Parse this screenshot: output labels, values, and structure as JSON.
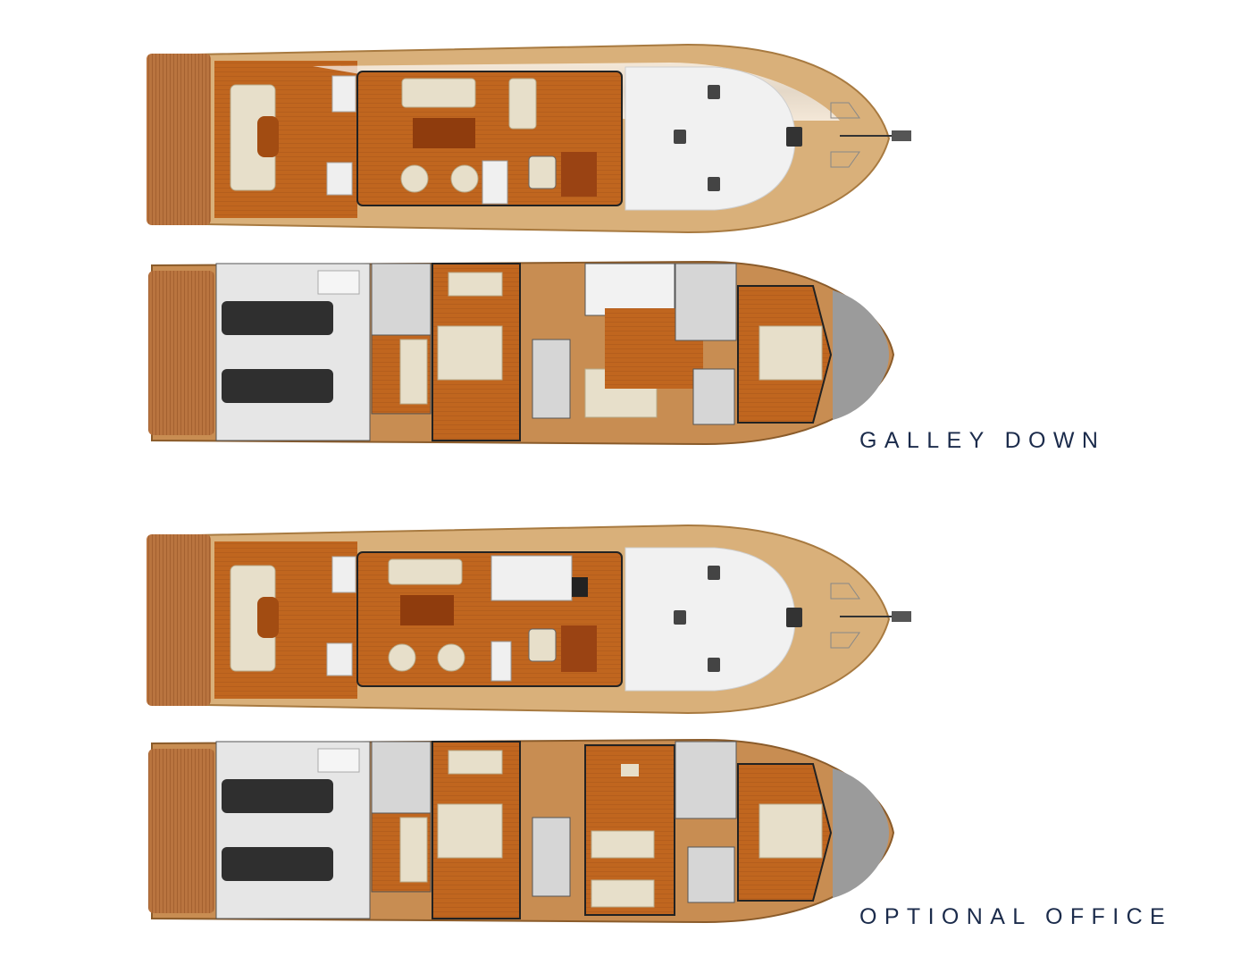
{
  "captions": {
    "galley_down": "GALLEY DOWN",
    "optional_office": "OPTIONAL OFFICE"
  },
  "layouts": [
    {
      "name": "galley_down",
      "decks": [
        "main-deck",
        "lower-deck"
      ]
    },
    {
      "name": "optional_office",
      "decks": [
        "main-deck",
        "lower-deck"
      ]
    }
  ],
  "colors": {
    "teak": "#b9743f",
    "teak_dark": "#8a4a1c",
    "hull_tan": "#d9b07a",
    "interior_wood": "#c0661f",
    "upholstery": "#e7dfca",
    "deck_white": "#f2f2f2",
    "engine_room": "#e6e6e6",
    "fore_peak": "#9b9b9b",
    "caption": "#1b2b4b"
  }
}
